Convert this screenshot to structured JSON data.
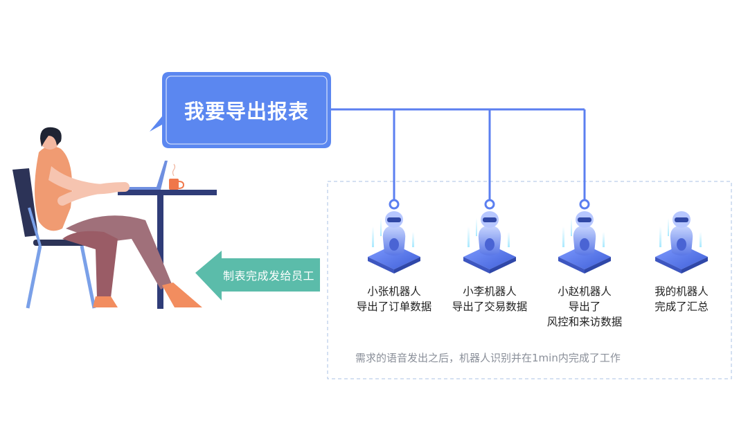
{
  "speech_bubble": {
    "text": "我要导出报表"
  },
  "return_arrow": {
    "text": "制表完成发给员工"
  },
  "robots": [
    {
      "line1": "小张机器人",
      "line2": "导出了订单数据",
      "line3": ""
    },
    {
      "line1": "小李机器人",
      "line2": "导出了交易数据",
      "line3": ""
    },
    {
      "line1": "小赵机器人",
      "line2": "导出了",
      "line3": "风控和来访数据"
    },
    {
      "line1": "我的机器人",
      "line2": "完成了汇总",
      "line3": ""
    }
  ],
  "footnote": "需求的语音发出之后，机器人识别并在1min内完成了工作",
  "colors": {
    "bubble": "#5b87f0",
    "connector": "#5b7ff0",
    "arrow": "#5bbcaa",
    "dashed_border": "#a9c2e6"
  }
}
